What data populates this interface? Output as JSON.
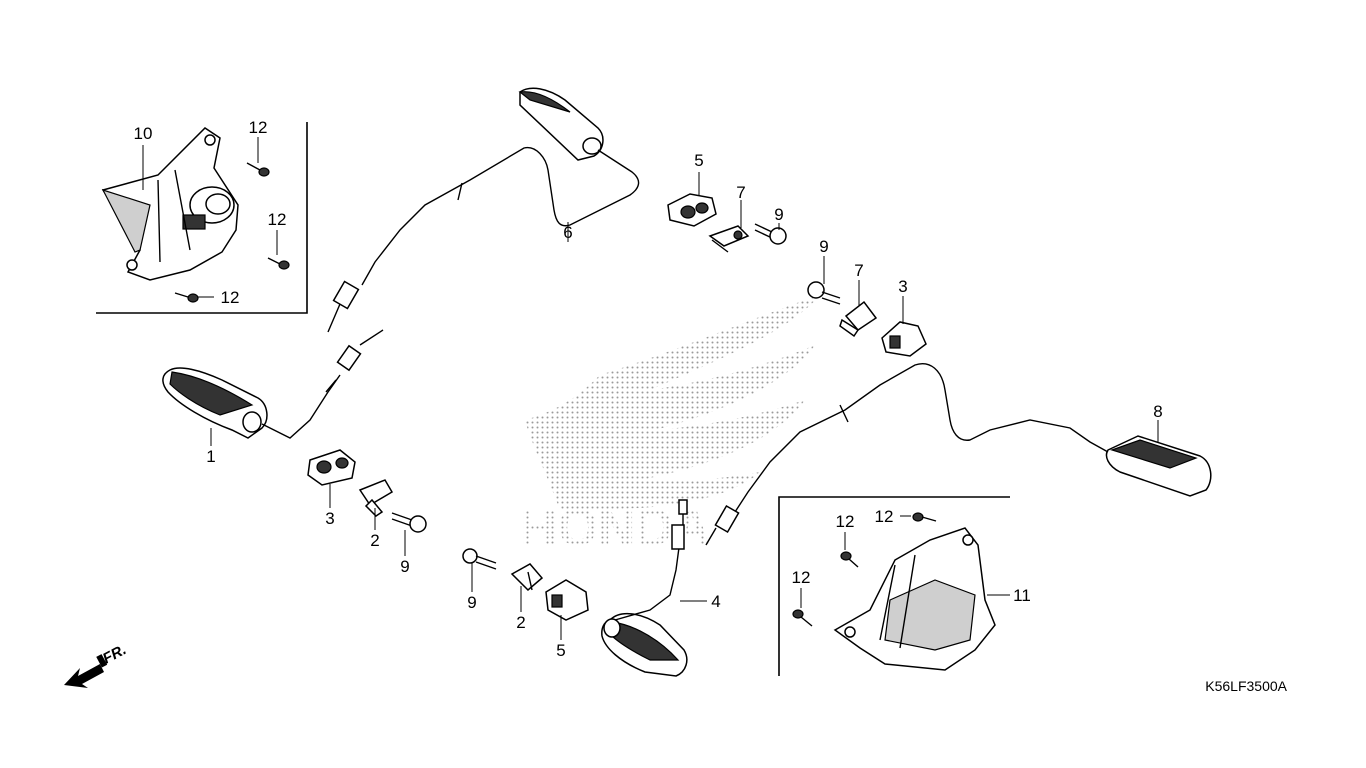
{
  "diagram_code": "K56LF3500A",
  "direction_label": "FR.",
  "callouts": {
    "c1": "1",
    "c2a": "2",
    "c2b": "2",
    "c3a": "3",
    "c3b": "3",
    "c4": "4",
    "c5a": "5",
    "c5b": "5",
    "c6": "6",
    "c7a": "7",
    "c7b": "7",
    "c8": "8",
    "c9a": "9",
    "c9b": "9",
    "c9c": "9",
    "c10": "10",
    "c11": "11",
    "c12a": "12",
    "c12b": "12",
    "c12c": "12",
    "c12d": "12",
    "c12e": "12",
    "c12f": "12"
  },
  "watermark_text": "HONDA",
  "colors": {
    "line": "#000000",
    "background": "#ffffff",
    "dot_pattern": "#9a9a9a"
  }
}
